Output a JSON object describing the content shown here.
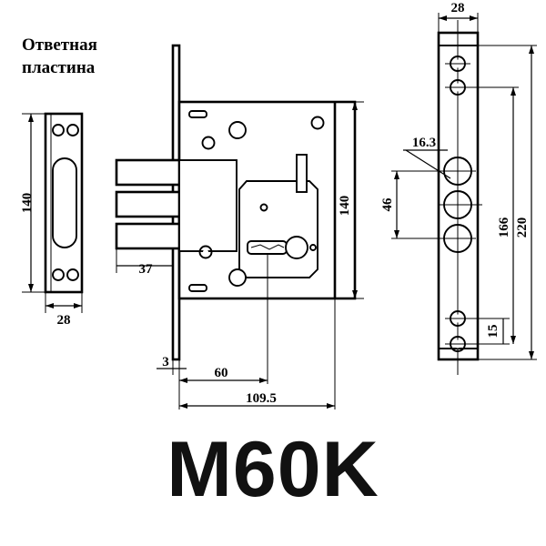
{
  "drawing": {
    "title_lines": [
      "Ответная пластина",
      ""
    ],
    "title_line1": "Ответная",
    "title_line2": "пластина",
    "model_label": "M60K",
    "background_color": "#ffffff",
    "line_color": "#000000"
  },
  "strike_plate": {
    "name": "Ответная пластина",
    "dimensions": {
      "height_label": "140",
      "width_label": "28"
    },
    "hole_count": 4,
    "slot": "rounded-rectangle"
  },
  "lock_body": {
    "dimensions": {
      "height_label": "140",
      "bolt_projection_label": "37",
      "faceplate_thickness_label": "3",
      "cylinder_offset_label": "60",
      "total_depth_label": "109.5"
    },
    "bolt_count": 3
  },
  "faceplate": {
    "dimensions": {
      "width_label": "28",
      "cylinder_hole_label": "16.3",
      "hole_spacing_label": "46",
      "screw_span_label": "166",
      "total_length_label": "220",
      "bottom_screw_spacing_label": "15"
    },
    "screw_holes": 4,
    "bolt_holes": 3
  }
}
